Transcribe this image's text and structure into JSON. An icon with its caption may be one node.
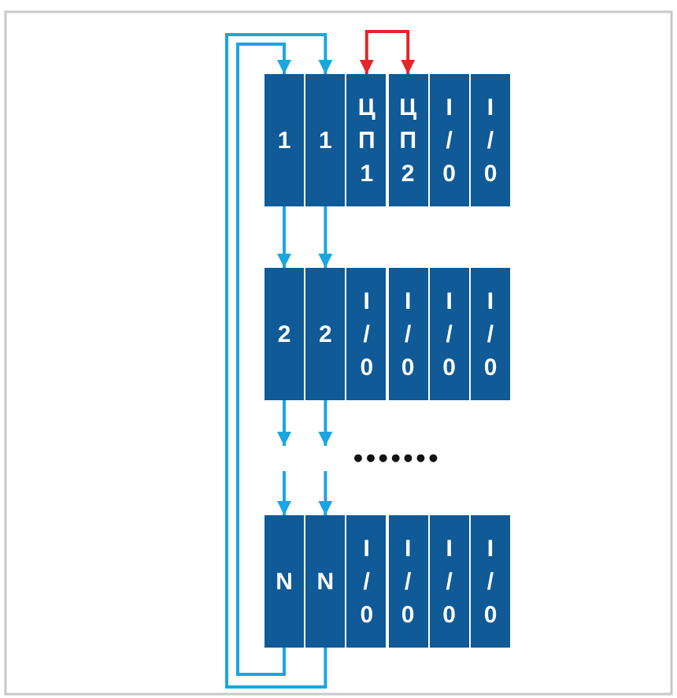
{
  "diagram": {
    "nodes": [
      {
        "text": [
          "1"
        ]
      },
      {
        "text": [
          "1"
        ]
      },
      {
        "text": [
          "Ц П 1"
        ]
      },
      {
        "text": [
          "Ц П 2"
        ]
      },
      {
        "text": [
          "I / 0"
        ]
      },
      {
        "text": [
          "I / 0"
        ]
      },
      {
        "text": [
          "2"
        ]
      },
      {
        "text": [
          "2"
        ]
      },
      {
        "text": [
          "I / 0"
        ]
      },
      {
        "text": [
          "I / 0"
        ]
      },
      {
        "text": [
          "I / 0"
        ]
      },
      {
        "text": [
          "I / 0"
        ]
      },
      {
        "text": [
          "N"
        ]
      },
      {
        "text": [
          "N"
        ]
      },
      {
        "text": [
          "I / 0"
        ]
      },
      {
        "text": [
          "I / 0"
        ]
      },
      {
        "text": [
          "I / 0"
        ]
      },
      {
        "text": [
          "I / 0"
        ]
      }
    ],
    "edges": [
      {
        "from": 0,
        "to": 6,
        "arrow": "to"
      },
      {
        "from": 1,
        "to": 7,
        "arrow": "to"
      },
      {
        "from": 6,
        "to": null,
        "arrow": "to"
      },
      {
        "from": 7,
        "to": null,
        "arrow": "to"
      },
      {
        "from": null,
        "to": 12,
        "arrow": "to"
      },
      {
        "from": null,
        "to": 13,
        "arrow": "to"
      },
      {
        "from": 12,
        "to": 0,
        "arrow": "to"
      },
      {
        "from": 13,
        "to": 1,
        "arrow": "to"
      },
      {
        "from": 2,
        "to": 3,
        "arrow": "both",
        "color": "#e2272b"
      }
    ],
    "labels": [
      "•••••••"
    ]
  }
}
